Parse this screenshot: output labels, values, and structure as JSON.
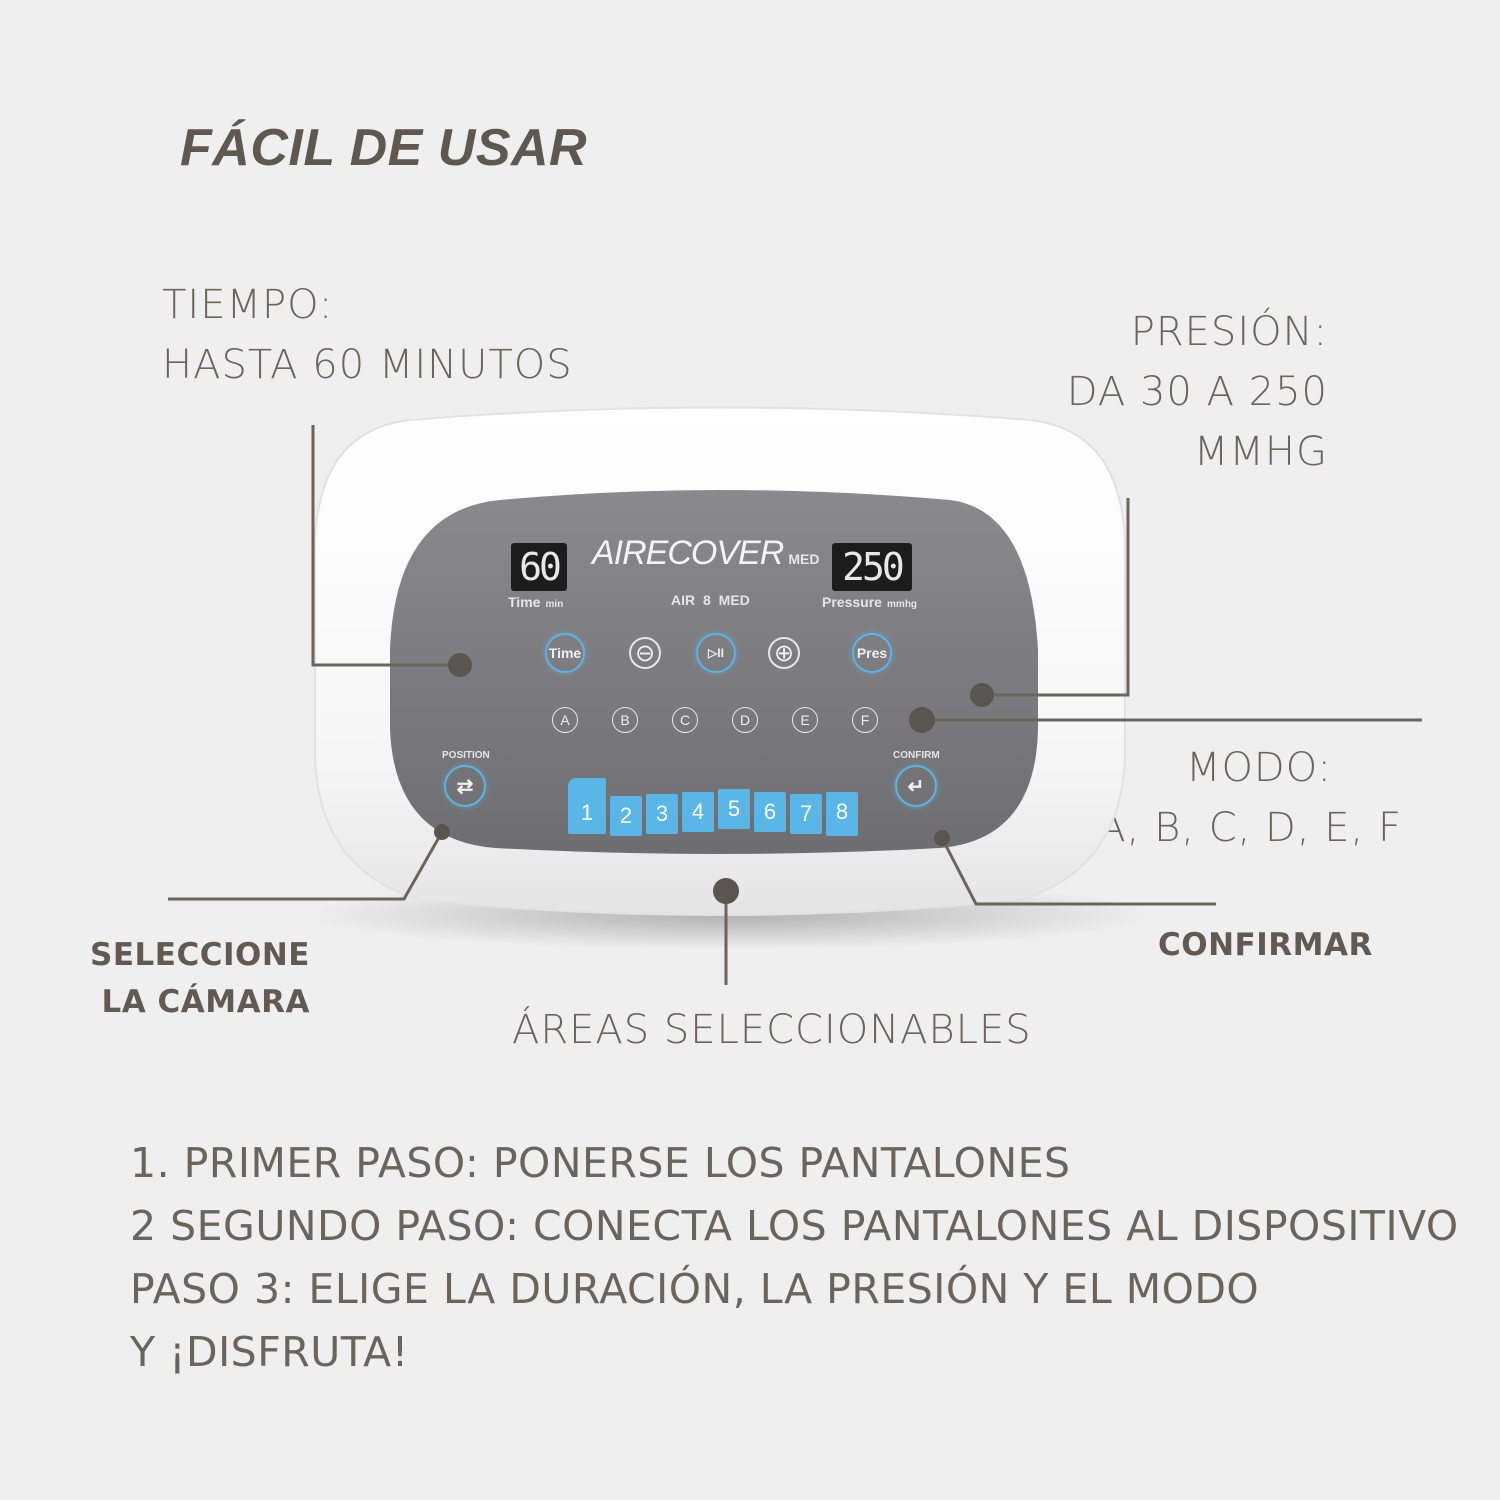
{
  "title": "FÁCIL DE USAR",
  "callouts": {
    "tiempo": {
      "line1": "TIEMPO:",
      "line2": "HASTA 60 MINUTOS"
    },
    "presion": {
      "line1": "PRESIÓN:",
      "line2": "DA 30 A 250",
      "line3": "MMHG"
    },
    "modo": {
      "line1": "MODO:",
      "line2": "A, B, C, D, E, F"
    },
    "seleccione": {
      "line1": "SELECCIONE",
      "line2": "LA CÁMARA"
    },
    "confirmar": "CONFIRMAR",
    "areas": "ÁREAS SELECCIONABLES"
  },
  "device": {
    "time_display": "60",
    "pressure_display": "250",
    "brand": "AIRECOVER",
    "brand_suffix": "MED",
    "time_label": "Time",
    "time_unit": "min",
    "model": "AIR 8 MED",
    "pressure_label": "Pressure",
    "pressure_unit": "mmhg",
    "buttons": {
      "time": "Time",
      "minus": "⊖",
      "play_pause": "▷II",
      "plus": "⊕",
      "pres": "Pres"
    },
    "modes": [
      "A",
      "B",
      "C",
      "D",
      "E",
      "F"
    ],
    "position_label": "POSITION",
    "confirm_label": "CONFIRM",
    "zones": [
      "1",
      "2",
      "3",
      "4",
      "5",
      "6",
      "7",
      "8"
    ]
  },
  "steps": [
    "1. PRIMER PASO: PONERSE LOS PANTALONES",
    "2 SEGUNDO PASO: CONECTA LOS PANTALONES AL DISPOSITIVO",
    "PASO 3: ELIGE LA DURACIÓN, LA PRESIÓN Y EL MODO",
    "Y ¡DISFRUTA!"
  ],
  "colors": {
    "background": "#efefef",
    "text": "#6b645c",
    "panel": "#7c7c80",
    "accent_blue": "#5ab6e6",
    "device_body": "#fafafa"
  }
}
